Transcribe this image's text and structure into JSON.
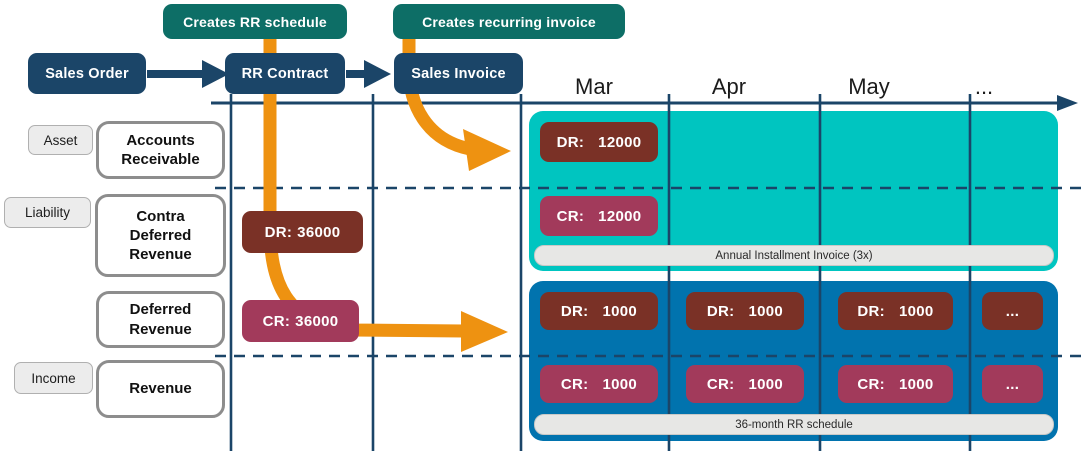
{
  "badges": [
    {
      "label": "Creates RR schedule"
    },
    {
      "label": "Creates recurring invoice"
    }
  ],
  "flow_nodes": [
    {
      "label": "Sales Order"
    },
    {
      "label": "RR Contract"
    },
    {
      "label": "Sales Invoice"
    }
  ],
  "timeline": {
    "months": [
      {
        "label": "Mar"
      },
      {
        "label": "Apr"
      },
      {
        "label": "May"
      },
      {
        "label": "..."
      }
    ]
  },
  "categories": [
    {
      "label": "Asset"
    },
    {
      "label": "Liability"
    },
    {
      "label": "Income"
    }
  ],
  "accounts": [
    {
      "label": "Accounts Receivable"
    },
    {
      "label": "Contra Deferred Revenue"
    },
    {
      "label": "Deferred Revenue"
    },
    {
      "label": "Revenue"
    }
  ],
  "contract_entries": {
    "debit": {
      "label": "DR:",
      "value": "36000"
    },
    "credit": {
      "label": "CR:",
      "value": "36000"
    }
  },
  "invoice_region": {
    "caption": "Annual Installment Invoice (3x)",
    "debit": {
      "label": "DR:",
      "value": "12000"
    },
    "credit": {
      "label": "CR:",
      "value": "12000"
    }
  },
  "schedule_region": {
    "caption": "36-month RR schedule",
    "debits": [
      {
        "label": "DR:",
        "value": "1000"
      },
      {
        "label": "DR:",
        "value": "1000"
      },
      {
        "label": "DR:",
        "value": "1000"
      },
      {
        "label": "",
        "value": "..."
      }
    ],
    "credits": [
      {
        "label": "CR:",
        "value": "1000"
      },
      {
        "label": "CR:",
        "value": "1000"
      },
      {
        "label": "CR:",
        "value": "1000"
      },
      {
        "label": "",
        "value": "..."
      }
    ]
  },
  "colors": {
    "navy": "#1b4568",
    "teal_badge": "#0d6e66",
    "teal_region": "#00c5c0",
    "blue_region": "#0173ae",
    "debit_red": "#7a3126",
    "credit_magenta": "#a23a5b",
    "orange": "#ee9211"
  }
}
